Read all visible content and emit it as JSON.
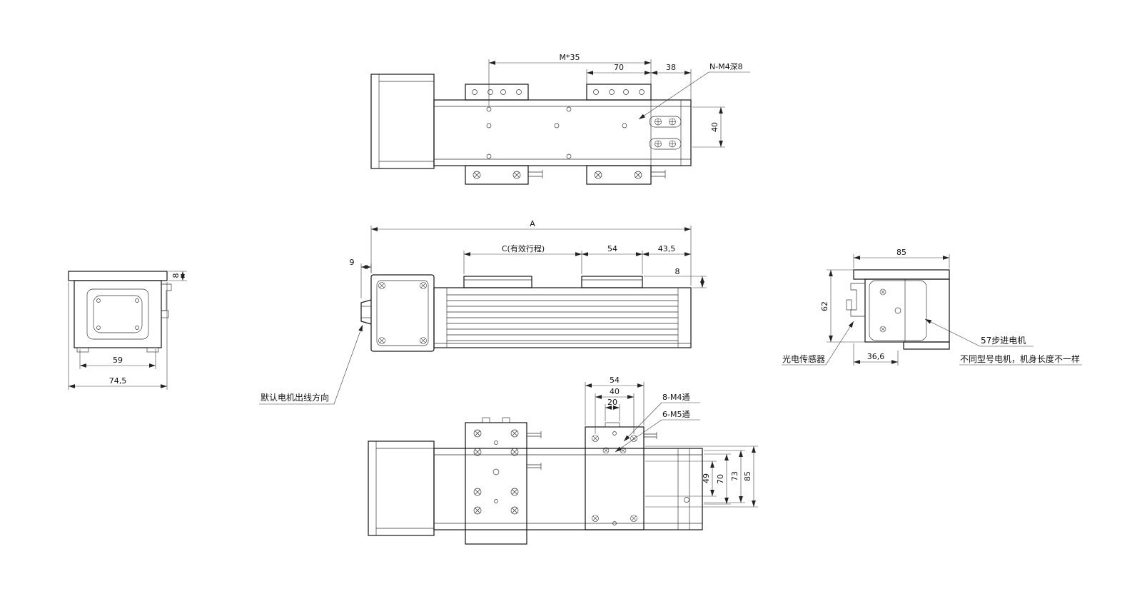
{
  "drawing": {
    "background": "#ffffff",
    "line_color": "#1c1c1c"
  },
  "top_view": {
    "dim_m35": "M*35",
    "dim_70": "70",
    "dim_38": "38",
    "label_nm4": "N-M4深8",
    "dim_40": "40"
  },
  "left_view": {
    "dim_8": "8",
    "dim_59": "59",
    "dim_74_5": "74,5"
  },
  "side_view": {
    "dim_a": "A",
    "dim_c_stroke": "C(有效行程)",
    "dim_54": "54",
    "dim_43_5": "43,5",
    "dim_9": "9",
    "dim_8": "8",
    "label_motor_exit": "默认电机出线方向"
  },
  "right_view": {
    "dim_85": "85",
    "dim_62": "62",
    "dim_36_6": "36,6",
    "label_sensor": "光电传感器",
    "label_motor": "57步进电机",
    "note_motor_length": "不同型号电机，机身长度不一样"
  },
  "bottom_view": {
    "dim_54": "54",
    "dim_40": "40",
    "dim_20": "20",
    "label_8_m4": "8-M4通",
    "label_6_m5": "6-M5通",
    "dim_49": "49",
    "dim_70": "70",
    "dim_73": "73",
    "dim_85": "85"
  }
}
